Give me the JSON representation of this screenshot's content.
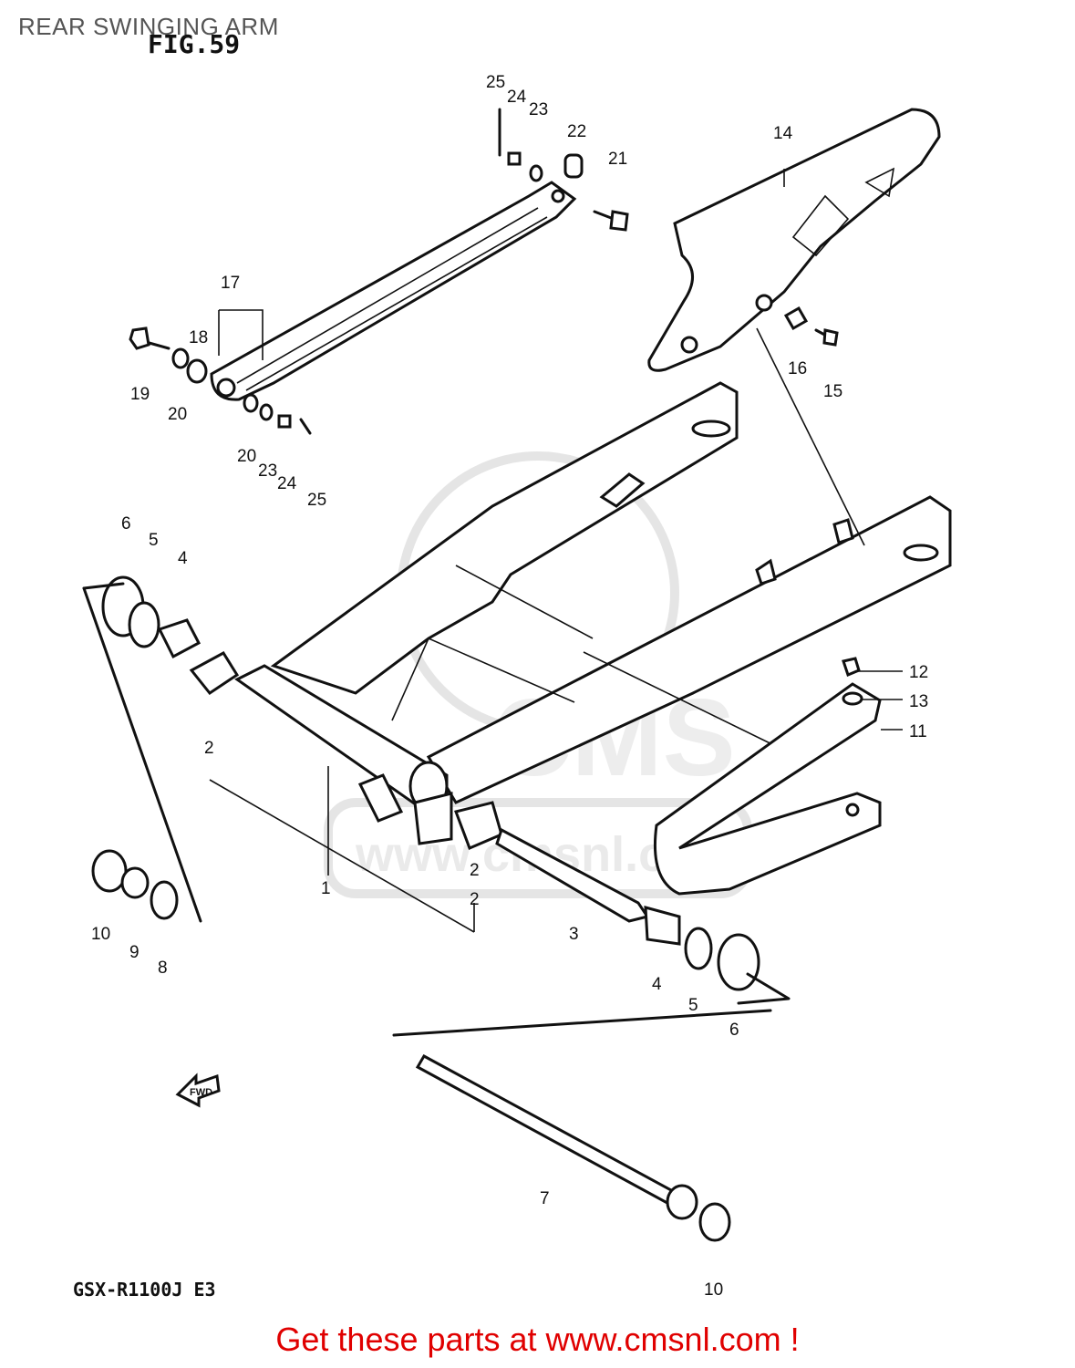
{
  "header": {
    "title": "REAR SWINGING ARM"
  },
  "figure": {
    "label": "FIG.59",
    "model_code": "GSX-R1100J E3"
  },
  "footer": {
    "link_text": "Get these parts at www.cmsnl.com !"
  },
  "watermark": {
    "text": "www.cmsnl.com",
    "brand": "CMS"
  },
  "diagram": {
    "fwd_marker": "FWD",
    "part_callouts": [
      "1",
      "2",
      "2",
      "2",
      "3",
      "4",
      "4",
      "5",
      "5",
      "6",
      "6",
      "7",
      "8",
      "9",
      "10",
      "10",
      "11",
      "12",
      "13",
      "14",
      "15",
      "16",
      "17",
      "18",
      "19",
      "20",
      "20",
      "21",
      "22",
      "23",
      "23",
      "24",
      "24",
      "25",
      "25"
    ]
  },
  "colors": {
    "footer": "#e00000",
    "header": "#555555",
    "lines": "#111111"
  }
}
